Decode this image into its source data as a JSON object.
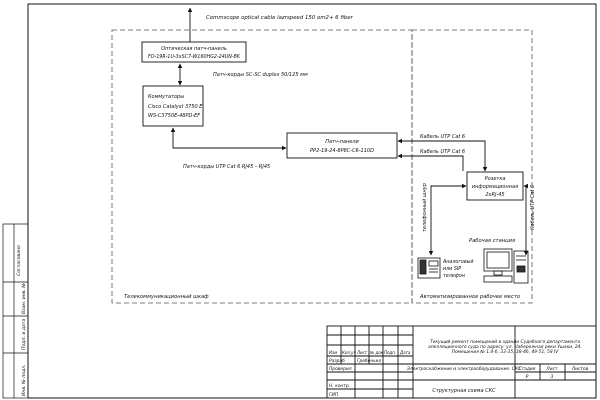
{
  "top_cable": "Commscope optical cable lazrspeed 150 om2+ 6 fiber",
  "optical_panel": {
    "title": "Оптическая патч-панель",
    "model": "FO-19R-1U-3xSC7-W160HG2-24UN-BK"
  },
  "patch_optic": "Патч-корды SC-SC duplex 50/125 мм",
  "switch": {
    "title": "Коммутаторы",
    "name": "Cisco Catalyst 3750 E",
    "model": "WS-C3750E-48PD-EF"
  },
  "patch_panel": {
    "title": "Патч-панели",
    "model": "PP2-19-24-8P8C-C6-110D"
  },
  "patch_utp": "Патч-корды UTP Cat 6 RJ45 – RJ45",
  "cable_1": "Кабель UTP Cat 6",
  "cable_2": "Кабель UTP Cat 6",
  "cable_3": "Кабель UTP Cat 6",
  "outlet": {
    "line1": "Розетка",
    "line2": "информационная",
    "line3": "2xRJ-45"
  },
  "phone_cord": "телефонный шнур",
  "workstation": "Рабочая станция",
  "phone": {
    "line1": "Аналоговый",
    "line2": "или SIP",
    "line3": "телефон"
  },
  "telecom_label": "Телекоммуникационный шкаф",
  "arm_label": "Автоматизированное рабочее место",
  "title_block": {
    "project": "Текущий ремонт помещений в здании Судебного департамента апелляционного суда по адресу: ул. Набережная реки Ушаки, 24. Помещения № 1.4-6, 33-35, 38-46, 49-51, 58 IV",
    "system": "Электроснабжение и электрооборудование. СКС",
    "sheet_title": "Структурная схема СКС",
    "stage_hdr": "Стадия",
    "sheet_hdr": "Лист",
    "sheets_hdr": "Листов",
    "stage": "Р",
    "sheet": "3",
    "row_developed": "Разраб",
    "row_developer_name": "Гребенько",
    "row_checked": "Проверил",
    "row_nkontr": "Н. контр.",
    "row_gip": "ГИП",
    "col_izm": "Изм",
    "col_koluch": "Кол.уч",
    "col_list": "Лист",
    "col_ndok": "№ док",
    "col_podp": "Подп.",
    "col_data": "Дата"
  },
  "side_stamp": {
    "soglasovano": "Согласовано",
    "vzam": "Взам. инв. №",
    "podp_data": "Подп. и дата",
    "inv_podl": "Инв. № подл."
  }
}
